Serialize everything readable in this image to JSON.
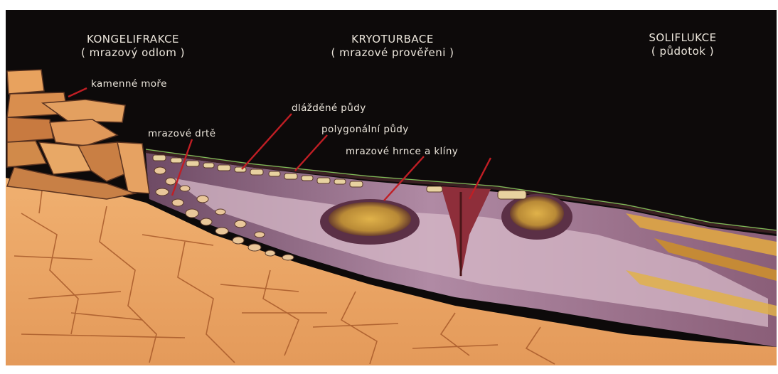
{
  "headers": {
    "kongelifrakce": {
      "title": "KONGELIFRAKCE",
      "subtitle": "( mrazový odlom )"
    },
    "kryoturbace": {
      "title": "KRYOTURBACE",
      "subtitle": "( mrazové prověřeni )"
    },
    "soliflukce": {
      "title": "SOLIFLUKCE",
      "subtitle": "( půdotok )"
    }
  },
  "labels": {
    "kamenne_more": "kamenné moře",
    "mrazove_drte": "mrazové drtě",
    "dlazdene_pudy": "dlážděné půdy",
    "polygonalni_pudy": "polygonální půdy",
    "mrazove_hrnce": "mrazové hrnce a klíny"
  },
  "colors": {
    "sky": "#0d0a0a",
    "bedrock": "#e8a464",
    "bedrock_dark": "#c8783f",
    "soil_purple": "#9a6f8c",
    "soil_light": "#d7b9c8",
    "leader": "#c01e24",
    "text": "#ece6dc"
  }
}
